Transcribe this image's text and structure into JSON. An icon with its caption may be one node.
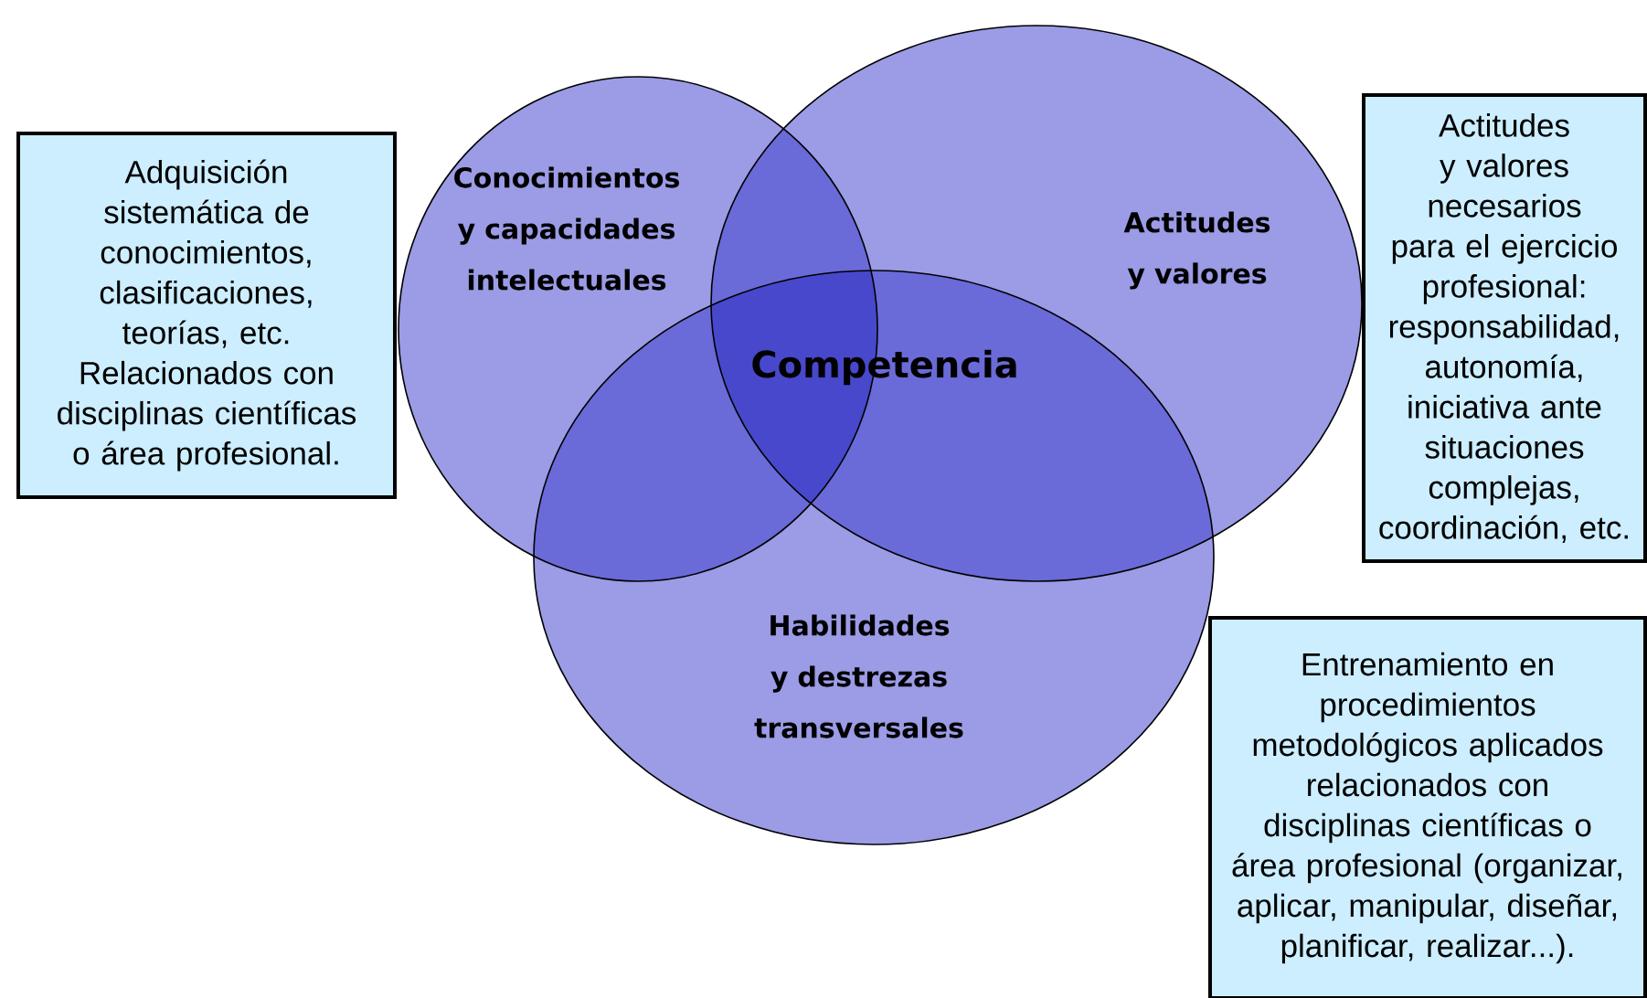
{
  "diagram": {
    "nodes": [
      {
        "text": [
          "Conocimientos y capacidades intelectuales"
        ]
      },
      {
        "text": [
          "Actitudes y valores"
        ]
      },
      {
        "text": [
          "Habilidades y destrezas transversales"
        ]
      },
      {
        "text": [
          "Adquisición sistemática de conocimientos, clasificaciones, teorías, etc. Relacionados con disciplinas científicas o área profesional."
        ]
      },
      {
        "text": [
          "Actitudes y valores necesarios para el ejercicio profesional: responsabilidad, autonomía, iniciativa ante situaciones complejas, coordinación, etc."
        ]
      },
      {
        "text": [
          "Entrenamiento en procedimientos metodológicos aplicados relacionados con disciplinas científicas o área profesional (organizar, aplicar, manipular, diseñar, planificar, realizar...)."
        ]
      }
    ],
    "labels": [
      "Competencia"
    ]
  }
}
